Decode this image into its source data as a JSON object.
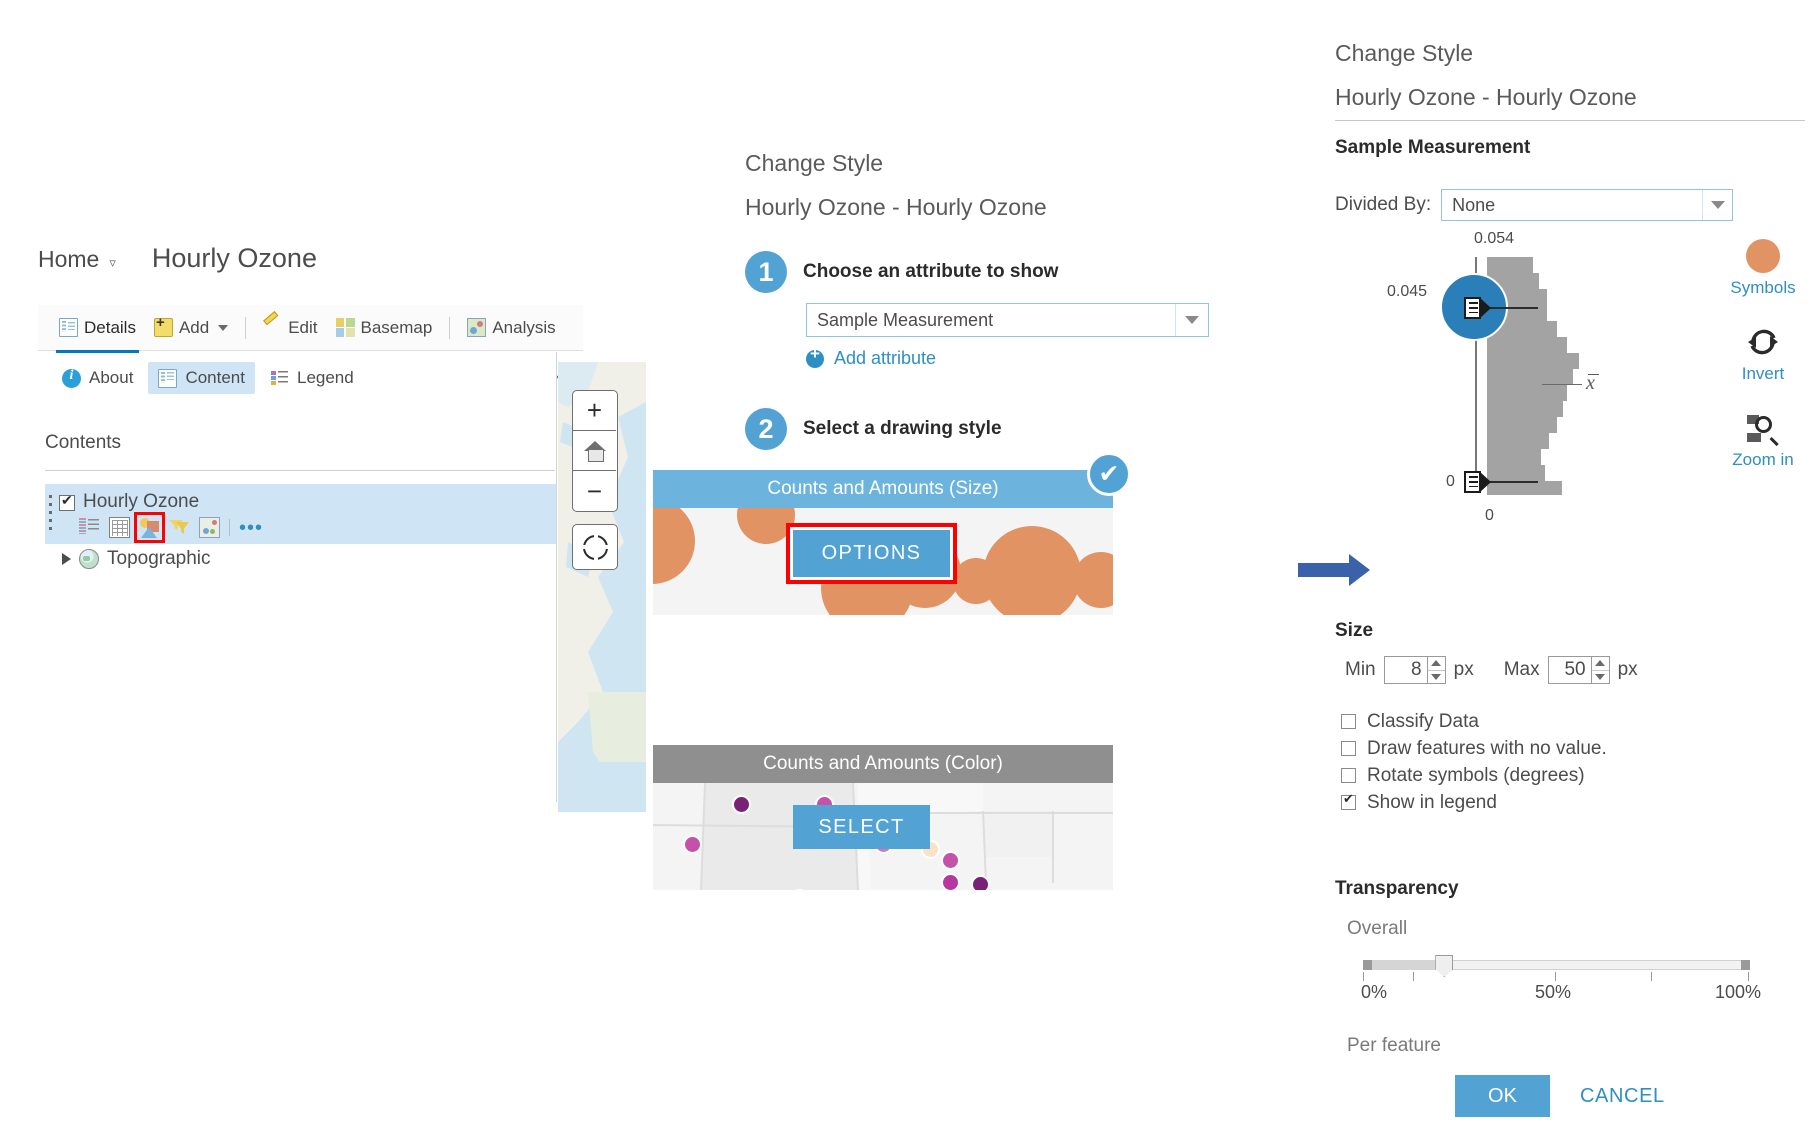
{
  "left": {
    "breadcrumb": {
      "home": "Home",
      "caret": "chevron-down-icon",
      "title": "Hourly Ozone"
    },
    "toolbar": [
      {
        "label": "Details",
        "icon": "details-icon",
        "active": true
      },
      {
        "label": "Add",
        "icon": "add-icon",
        "has_caret": true
      },
      {
        "label": "Edit",
        "icon": "pencil-icon"
      },
      {
        "label": "Basemap",
        "icon": "basemap-icon"
      },
      {
        "label": "Analysis",
        "icon": "analysis-icon"
      }
    ],
    "subtabs": [
      {
        "label": "About",
        "icon": "info-icon",
        "selected": false
      },
      {
        "label": "Content",
        "icon": "content-icon",
        "selected": true
      },
      {
        "label": "Legend",
        "icon": "legend-icon",
        "selected": false
      }
    ],
    "contents_label": "Contents",
    "layer": {
      "name": "Hourly Ozone",
      "checked": true,
      "icons": [
        "show-table-icon",
        "table-icon",
        "change-style-icon",
        "filter-icon",
        "configure-popup-icon",
        "more-options-icon"
      ],
      "highlighted_icon": "change-style-icon"
    },
    "basemap_layer": {
      "name": "Topographic",
      "icon": "globe-icon"
    }
  },
  "map": {
    "zoom_in": "+",
    "home": "home-icon",
    "zoom_out": "−",
    "locate": "locate-icon"
  },
  "middle": {
    "title": "Change Style",
    "subtitle": "Hourly Ozone - Hourly Ozone",
    "step1": {
      "number": "1",
      "label": "Choose an attribute to show"
    },
    "attribute_select": {
      "value": "Sample Measurement"
    },
    "add_attribute": "Add attribute",
    "step2": {
      "number": "2",
      "label": "Select a drawing style"
    },
    "cards": [
      {
        "title": "Counts and Amounts (Size)",
        "button": "OPTIONS",
        "selected": true,
        "badge": "✔"
      },
      {
        "title": "Counts and Amounts (Color)",
        "button": "SELECT",
        "selected": false
      }
    ]
  },
  "right": {
    "title": "Change Style",
    "subtitle": "Hourly Ozone - Hourly Ozone",
    "section_title": "Sample Measurement",
    "divided_by": {
      "label": "Divided By:",
      "value": "None"
    },
    "histogram": {
      "top_label": "0.054",
      "bottom_label": "0",
      "max_handle_label": "0.045",
      "min_handle_label": "0",
      "mean_symbol": "x",
      "bars": [
        {
          "width": 46,
          "height": 16
        },
        {
          "width": 52,
          "height": 16
        },
        {
          "width": 60,
          "height": 16
        },
        {
          "width": 60,
          "height": 16
        },
        {
          "width": 70,
          "height": 16
        },
        {
          "width": 80,
          "height": 16
        },
        {
          "width": 92,
          "height": 16
        },
        {
          "width": 86,
          "height": 16
        },
        {
          "width": 80,
          "height": 16
        },
        {
          "width": 76,
          "height": 16
        },
        {
          "width": 70,
          "height": 16
        },
        {
          "width": 62,
          "height": 16
        },
        {
          "width": 54,
          "height": 16
        },
        {
          "width": 58,
          "height": 16
        },
        {
          "width": 75,
          "height": 14
        }
      ]
    },
    "icon_column": [
      {
        "label": "Symbols",
        "icon": "symbol-circle-icon"
      },
      {
        "label": "Invert",
        "icon": "invert-icon"
      },
      {
        "label": "Zoom in",
        "icon": "zoom-in-icon"
      }
    ],
    "size": {
      "title": "Size",
      "min_label": "Min",
      "min_value": "8",
      "max_label": "Max",
      "max_value": "50",
      "unit": "px"
    },
    "checkboxes": [
      {
        "label": "Classify Data",
        "checked": false
      },
      {
        "label": "Draw features with no value.",
        "checked": false
      },
      {
        "label": "Rotate symbols (degrees)",
        "checked": false
      },
      {
        "label": "Show in legend",
        "checked": true
      }
    ],
    "transparency": {
      "title": "Transparency",
      "overall_label": "Overall",
      "per_feature_label": "Per feature",
      "ticks": [
        "0%",
        "50%",
        "100%"
      ],
      "value_percent": 21
    },
    "ok_label": "OK",
    "cancel_label": "CANCEL"
  },
  "colors": {
    "accent_blue": "#52a2d4",
    "link_blue": "#2e8fc4",
    "orange": "#e19364",
    "highlight_red": "#ff0000",
    "arrow_blue": "#3a62ab",
    "gray_header": "#8f8f8f"
  }
}
